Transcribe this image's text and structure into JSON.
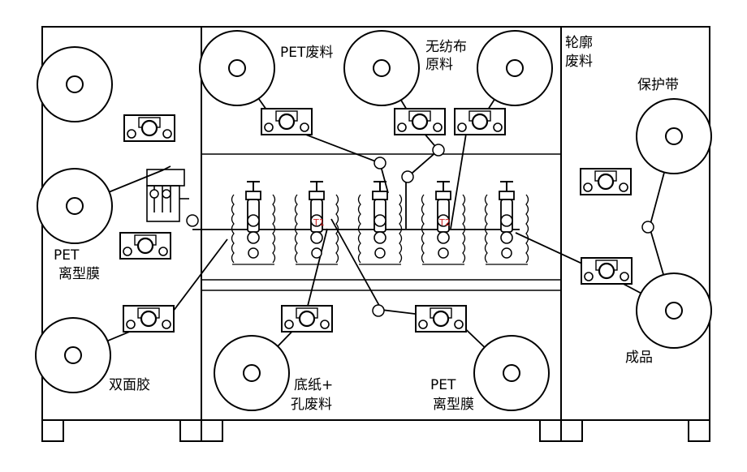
{
  "labels": {
    "pet_waste": "PET废料",
    "nonwoven_l1": "无纺布",
    "nonwoven_l2": "原料",
    "contour_l1": "轮廓",
    "contour_l2": "废料",
    "protect_tape": "保护带",
    "pet_release_left_l1": "PET",
    "pet_release_left_l2": "离型膜",
    "double_tape": "双面胶",
    "liner_l1": "底纸+",
    "liner_l2": "孔废料",
    "pet_release_bottom_l1": "PET",
    "pet_release_bottom_l2": "离型膜",
    "product": "成品"
  },
  "markers": {
    "t1": "T1",
    "t2": "T2"
  },
  "colors": {
    "line": "#000000",
    "background": "#ffffff",
    "marker": "#cc2222"
  }
}
